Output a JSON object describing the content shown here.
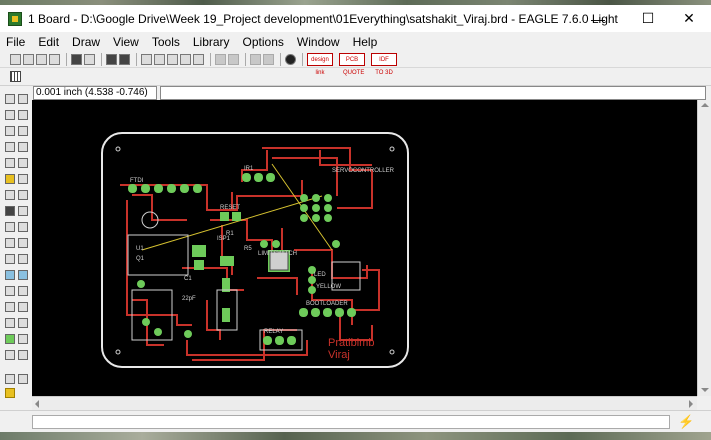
{
  "window": {
    "title": "1 Board - D:\\Google Drive\\Week 19_Project development\\01Everything\\satshakit_Viraj.brd - EAGLE 7.6.0 Light",
    "minimize_glyph": "—",
    "maximize_glyph": "☐",
    "close_glyph": "✕"
  },
  "menu": [
    "File",
    "Edit",
    "Draw",
    "View",
    "Tools",
    "Library",
    "Options",
    "Window",
    "Help"
  ],
  "toolbar": {
    "design_link_label": "design link",
    "pcb_quote_label": "PCB QUOTE",
    "idf_label": "IDF TO 3D"
  },
  "coordinates": "0.001 inch (4.538 -0.746)",
  "board": {
    "silkscreen_title": "Pratibimb",
    "silkscreen_name": "Viraj",
    "labels": [
      "FTDI",
      "IR1",
      "SERVOCONTROLLER",
      "RESET",
      "R1",
      "U1",
      "R5",
      "Q1",
      "C1",
      "22pF",
      "LED",
      "YELLOW",
      "BOOTLOADER",
      "RELAY",
      "ISP1",
      "LIMITSWITCH"
    ]
  },
  "colors": {
    "trace": "#c8322a",
    "pad": "#6ecb5a",
    "silk": "#cfcfcf",
    "outline": "#e8e8e8",
    "canvas": "#000000"
  }
}
